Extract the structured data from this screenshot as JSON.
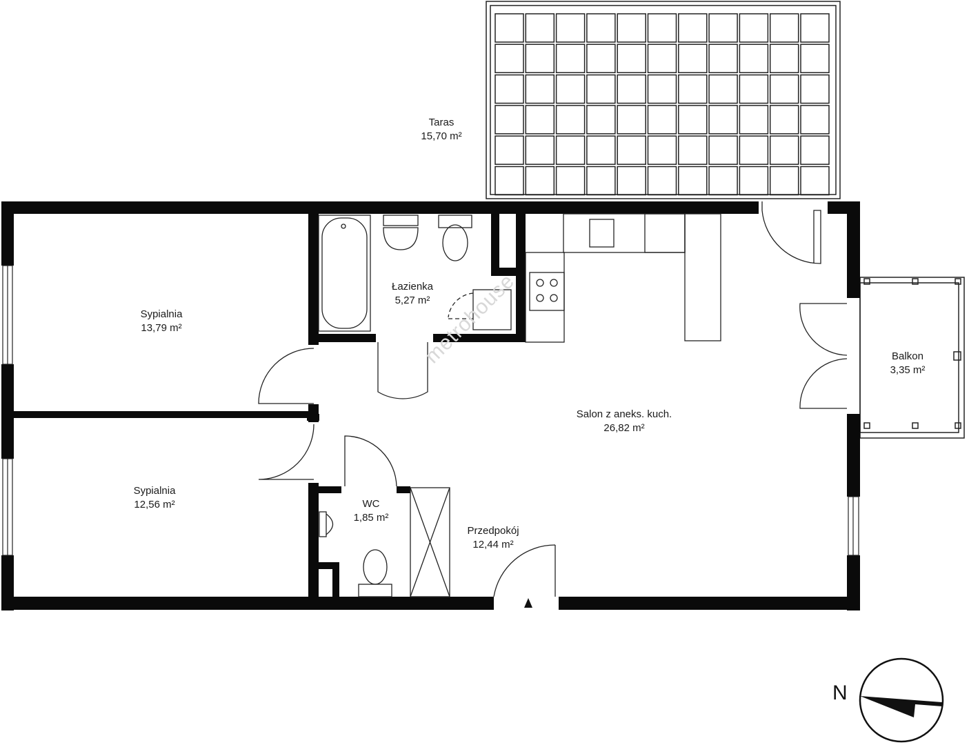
{
  "rooms": [
    {
      "name": "Taras",
      "area": "15,70  m²"
    },
    {
      "name": "Sypialnia",
      "area": "13,79 m²"
    },
    {
      "name": "Łazienka",
      "area": "5,27 m²"
    },
    {
      "name": "Sypialnia",
      "area": "12,56 m²"
    },
    {
      "name": "WC",
      "area": "1,85 m²"
    },
    {
      "name": "Przedpokój",
      "area": "12,44 m²"
    },
    {
      "name": "Salon z aneks. kuch.",
      "area": "26,82 m²"
    },
    {
      "name": "Balkon",
      "area": "3,35 m²"
    }
  ],
  "compass": {
    "label": "N"
  },
  "watermark": "metrohouse",
  "colors": {
    "wall": "#0a0a0a",
    "line": "#222222",
    "watermark": "#d8d8d8"
  }
}
